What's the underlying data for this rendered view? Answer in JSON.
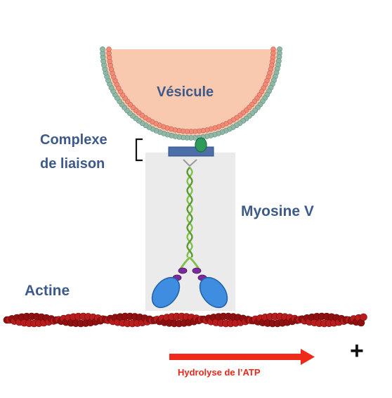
{
  "labels": {
    "vesicle": "Vésicule",
    "complex_line1": "Complexe",
    "complex_line2": "de liaison",
    "myosin": "Myosine V",
    "actin": "Actine",
    "atp": "Hydrolyse de l’ATP",
    "plus": "+"
  },
  "colors": {
    "label_blue": "#3d5a8a",
    "vesicle_fill": "#f8c9ae",
    "membrane_outer": "#8fb8a6",
    "membrane_inner": "#f08b78",
    "complex_bar": "#4d6fa8",
    "complex_knob": "#2e9a5c",
    "myosin_stalk": "#7fc04a",
    "myosin_light_chain": "#7b2a9a",
    "myosin_head": "#3f8de0",
    "actin": "#b81c1c",
    "atp_arrow": "#f02a1a",
    "panel_bg": "#ebebeb"
  }
}
